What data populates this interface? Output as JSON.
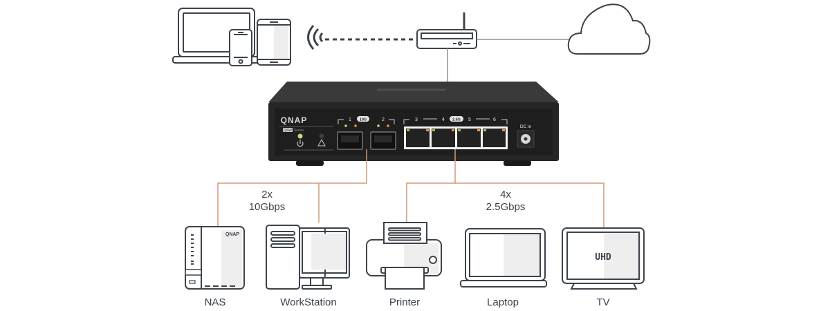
{
  "diagram": {
    "type": "network-topology",
    "switch": {
      "brand": "QNAP",
      "series_badge": "QSW",
      "series_text": "Series",
      "port_group_10g": {
        "badge": "10G",
        "ports": [
          "1",
          "2"
        ]
      },
      "port_group_25g": {
        "badge": "2.5G",
        "ports": [
          "3",
          "4",
          "5",
          "6"
        ]
      },
      "dc_label": "DC in"
    },
    "upstream": {
      "wireless_devices": [
        "Laptop",
        "Phone",
        "Tablet"
      ],
      "router": "router",
      "cloud": "cloud"
    },
    "groups": [
      {
        "count_label": "2x",
        "speed_label": "10Gbps"
      },
      {
        "count_label": "4x",
        "speed_label": "2.5Gbps"
      }
    ],
    "devices": [
      {
        "label": "NAS",
        "badge": "QNAP"
      },
      {
        "label": "WorkStation"
      },
      {
        "label": "Printer"
      },
      {
        "label": "Laptop"
      },
      {
        "label": "TV",
        "screen_text": "UHD"
      }
    ],
    "colors": {
      "wire": "#cf9a76",
      "line": "#8f9397",
      "switch_body": "#2b2b2b",
      "outline": "#3d434a"
    }
  }
}
